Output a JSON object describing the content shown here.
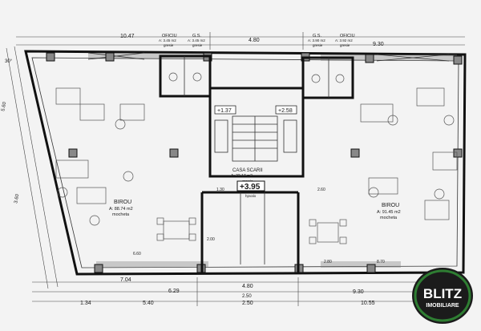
{
  "dimensions_top": {
    "left": "10.47",
    "mid": "4.80",
    "right": "9.30"
  },
  "dimensions_bottom_row1": {
    "a": "7.04",
    "b": "6.29",
    "c": "4.80",
    "d": "9.30"
  },
  "dimensions_bottom_row2": {
    "a": "1.34",
    "b": "5.40",
    "c": "2.50",
    "d": "10.55"
  },
  "dimensions_bottom_mid": "2.50",
  "left_side_dims": [
    "30°",
    "5.60",
    "3.60"
  ],
  "top_rooms": [
    {
      "name": "OFICIU",
      "area": "A: 3.45 m2",
      "floor": "gresie"
    },
    {
      "name": "G.S.",
      "area": "A: 3.45 m2",
      "floor": "gresie"
    },
    {
      "name": "G.S.",
      "area": "A: 3.90 m2",
      "floor": "gresie"
    },
    {
      "name": "OFICIU",
      "area": "A: 3.92 m2",
      "floor": "gresie"
    }
  ],
  "stair": {
    "name": "CASA SCARII",
    "area": "A: 22.17 m2",
    "floor": "gresie",
    "level": "+3.95"
  },
  "level_marks": [
    "+1.37",
    "+2.58"
  ],
  "office_left": {
    "name": "BIROU",
    "area": "A: 88.74 m2",
    "floor": "mocheta"
  },
  "office_right": {
    "name": "BIROU",
    "area": "A: 91.45 m2",
    "floor": "mocheta"
  },
  "misc_labels": [
    "6.60",
    "2.80",
    "8.70",
    "2.60",
    "1.30",
    "2.00",
    "hpvalo"
  ],
  "logo": {
    "line1": "BLITZ",
    "line2": "IMOBILIARE",
    "color": "#2e7d32"
  }
}
